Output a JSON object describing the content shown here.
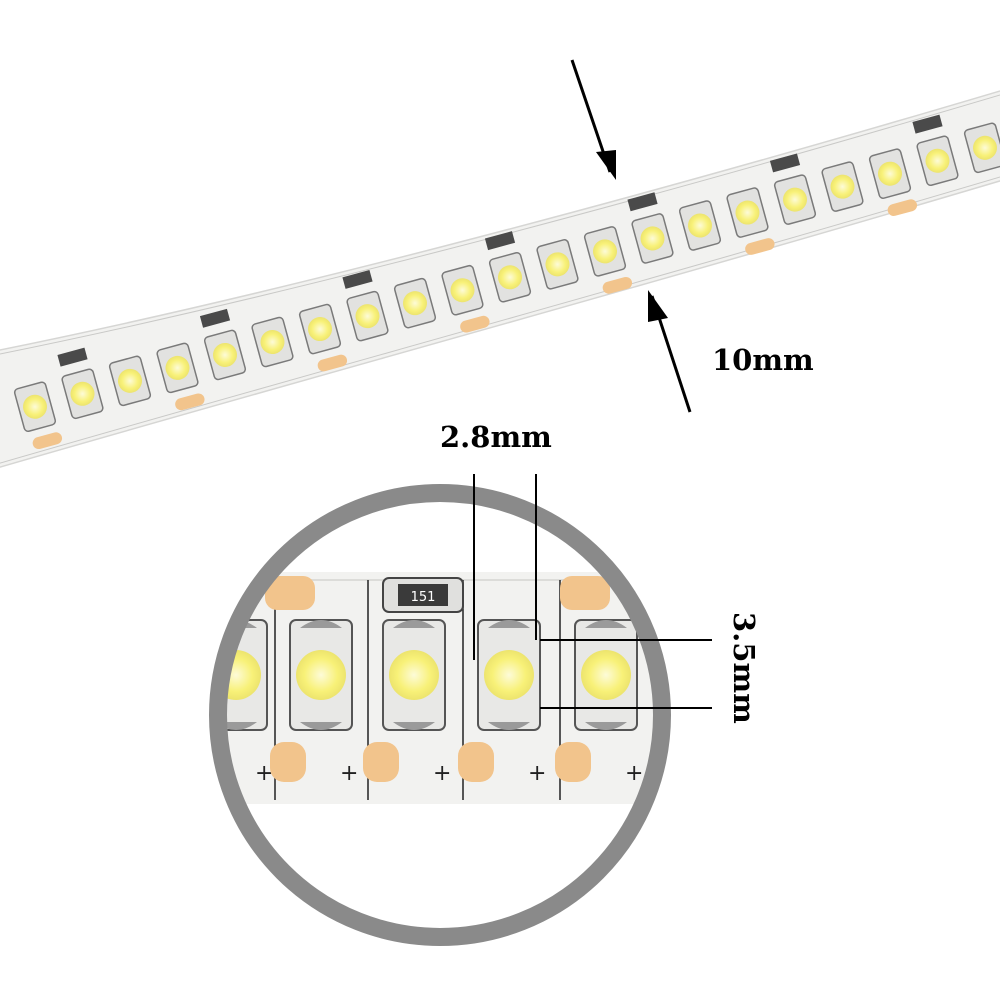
{
  "dimensions": {
    "strip_width": "10mm",
    "led_width": "2.8mm",
    "led_height": "3.5mm"
  },
  "markings": {
    "resistor_code": "151",
    "polarity": "+"
  },
  "colors": {
    "background": "#ffffff",
    "pcb": "#f3f3f1",
    "led_yellow": "#f8f178",
    "led_glow": "#fbfbd0",
    "copper_pad": "#f2c48c",
    "trace": "#d9d9d6",
    "magnifier_ring": "#8a8a8a",
    "annotation": "#000000"
  }
}
